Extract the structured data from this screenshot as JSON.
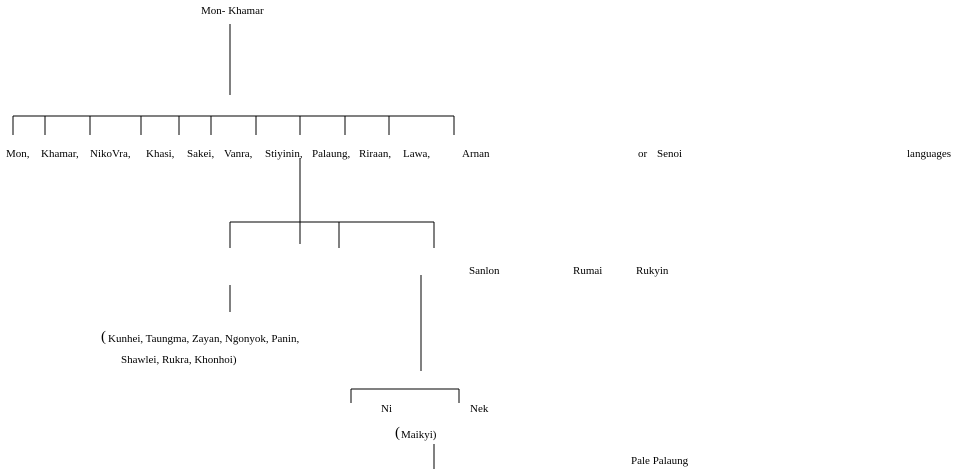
{
  "root": "Mon- Khamar",
  "level1": [
    "Mon,",
    "Khamar,",
    "NikoVra,",
    "Khasi,",
    "Sakei,",
    "Vanra,",
    "Stiyinin,",
    "Palaung,",
    "Riraan,",
    "Lawa,",
    "Arnan",
    "or",
    "Senoi",
    "languages"
  ],
  "palaung_branches": [
    "Sanlon",
    "Rumai",
    "Rukyin"
  ],
  "sanlon_list": {
    "open": "(",
    "line1": "Kunhei, Taungma, Zayan, Ngonyok, Panin,",
    "line2": "Shawlei, Rukra, Khonhoi)"
  },
  "rukyin_branches": [
    "Ni",
    "Nek"
  ],
  "ni_sub": {
    "open": "(",
    "text": "Maikyi)"
  },
  "leaf": "Pale Palaung"
}
